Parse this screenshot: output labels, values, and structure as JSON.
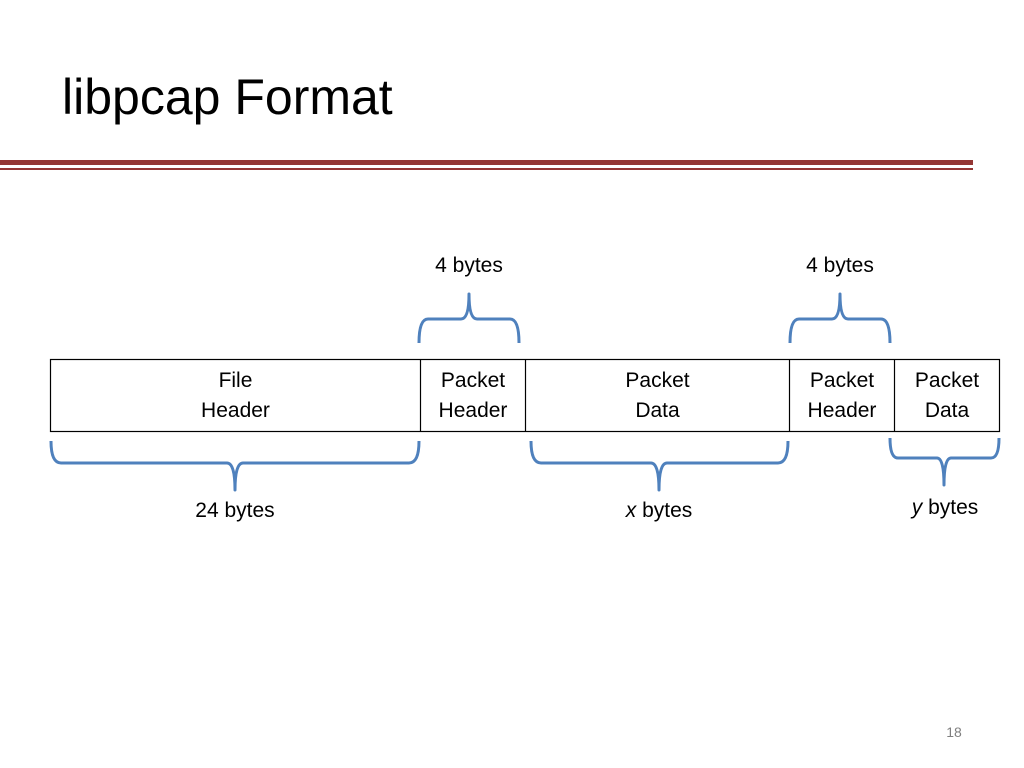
{
  "slide": {
    "title": "libpcap Format",
    "page_number": "18"
  },
  "colors": {
    "rule": "#943634",
    "brace": "#4f81bd",
    "box_border": "#000000"
  },
  "segments": [
    {
      "line1": "File",
      "line2": "Header"
    },
    {
      "line1": "Packet",
      "line2": "Header"
    },
    {
      "line1": "Packet",
      "line2": "Data"
    },
    {
      "line1": "Packet",
      "line2": "Header"
    },
    {
      "line1": "Packet",
      "line2": "Data"
    }
  ],
  "size_labels": {
    "top_left": "4 bytes",
    "top_right": "4 bytes",
    "bottom_file": "24 bytes",
    "bottom_data_var": "x",
    "bottom_data_unit": "bytes",
    "bottom_last_var": "y",
    "bottom_last_unit": "bytes"
  }
}
